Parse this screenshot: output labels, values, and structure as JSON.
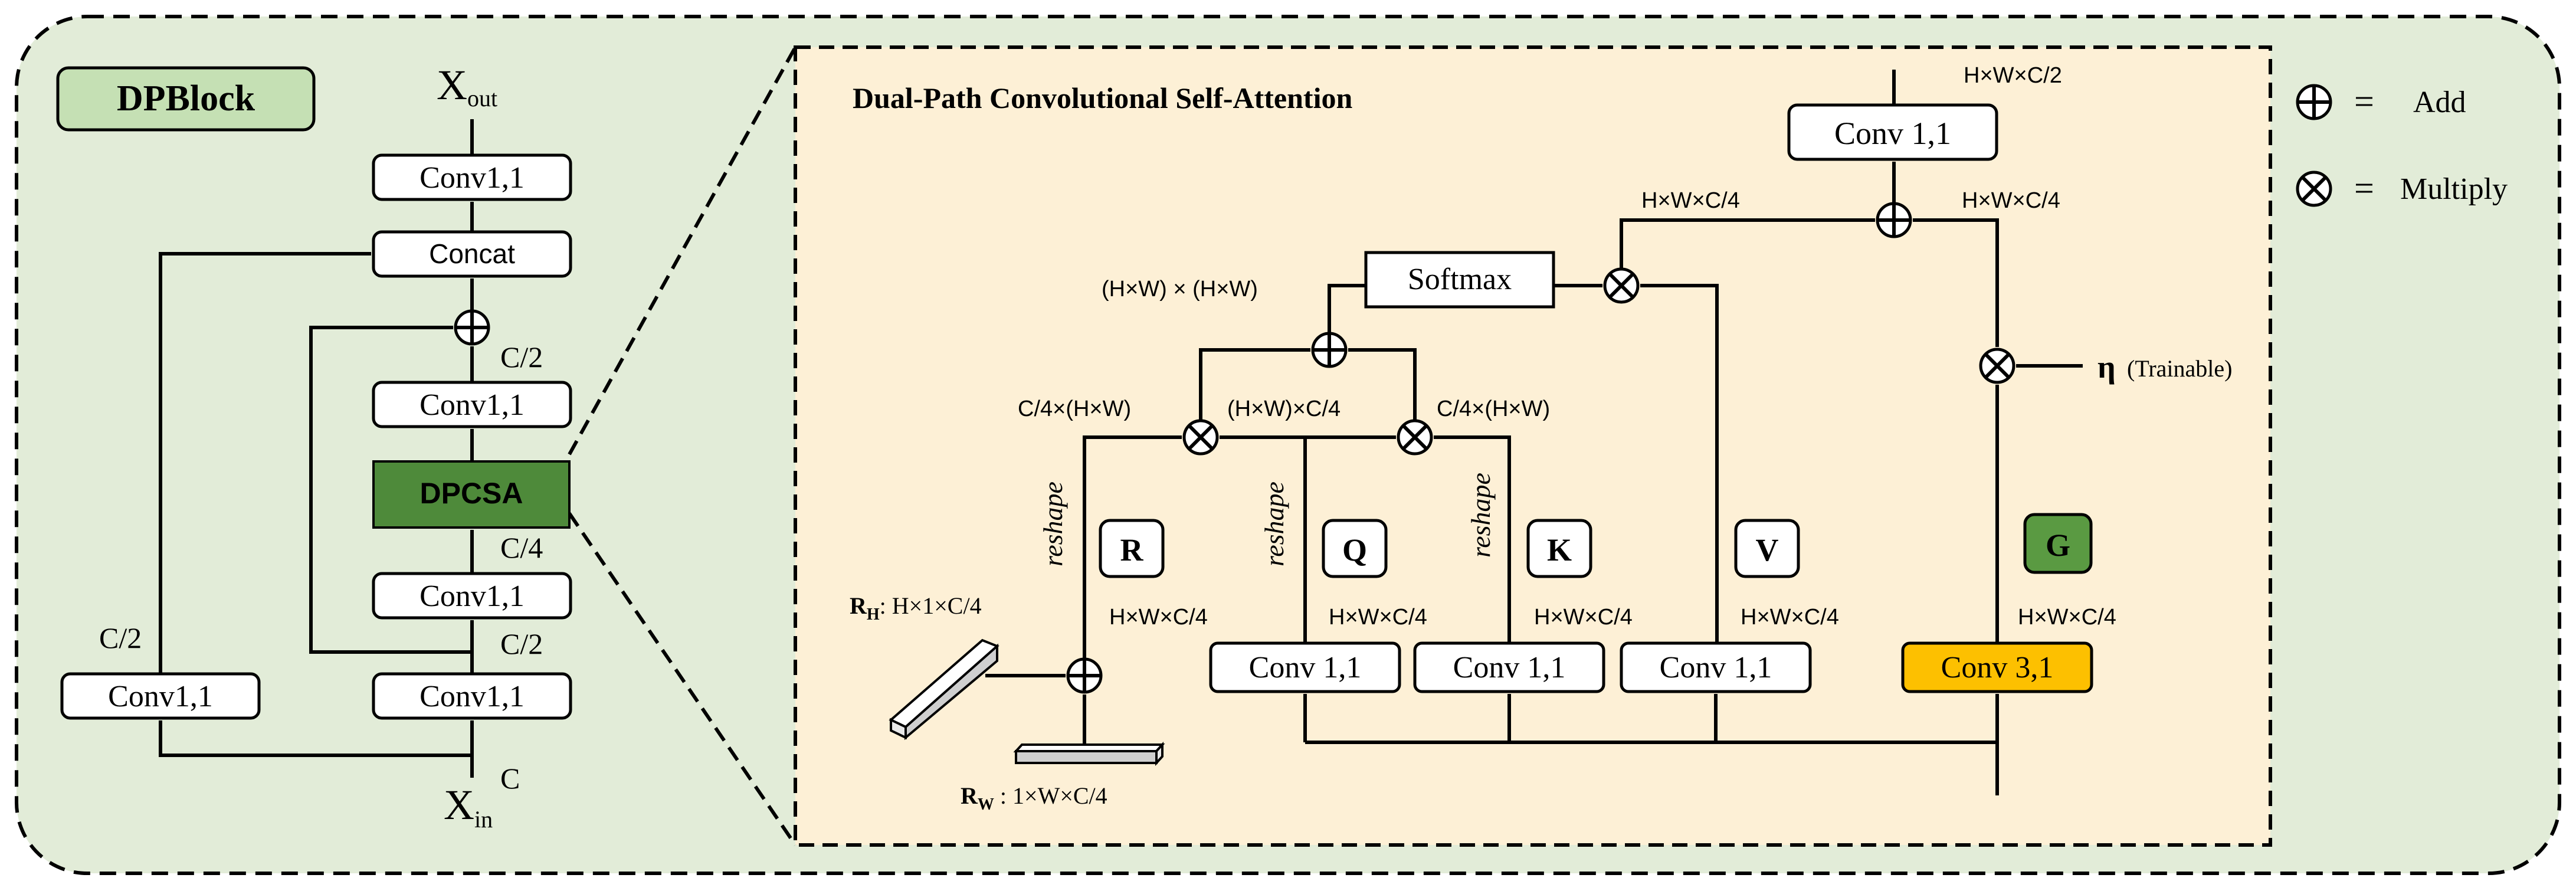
{
  "colors": {
    "panel_bg": "#e2ecd8",
    "inner_bg": "#fdf0d6",
    "title_box": "#c5e0b4",
    "dpcsa_fill": "#4e8a3a",
    "g_fill": "#5a9a42",
    "conv31_fill": "#fdc000"
  },
  "legend": {
    "add_symbol": "⊕",
    "add_eq": "=",
    "add_label": "Add",
    "mul_symbol": "⊗",
    "mul_eq": "=",
    "mul_label": "Multiply"
  },
  "left": {
    "title": "DPBlock",
    "x_out": "X",
    "x_out_sub": "out",
    "x_in": "X",
    "x_in_sub": "in",
    "c_label": "C",
    "conv_top": "Conv1,1",
    "concat": "Concat",
    "conv_mid": "Conv1,1",
    "dpcsa": "DPCSA",
    "conv_lower": "Conv1,1",
    "conv_bottom_right": "Conv1,1",
    "conv_bottom_left": "Conv1,1",
    "c2_top": "C/2",
    "c4": "C/4",
    "c2_mid": "C/2",
    "c2_left": "C/2"
  },
  "right": {
    "title": "Dual-Path Convolutional Self-Attention",
    "out_dim": "H×W×C/2",
    "conv_out": "Conv 1,1",
    "hwc4_left": "H×W×C/4",
    "hwc4_right": "H×W×C/4",
    "softmax": "Softmax",
    "hw_hw": "(H×W) × (H×W)",
    "c4hw_left": "C/4×(H×W)",
    "hwc4_mid": "(H×W)×C/4",
    "c4hw_right": "C/4×(H×W)",
    "eta": "η",
    "trainable": "(Trainable)",
    "reshape": "reshape",
    "r": "R",
    "q": "Q",
    "k": "K",
    "v": "V",
    "g": "G",
    "rh_main": "R",
    "rh_sub": "H",
    "rh_dim": ": H×1×C/4",
    "rw_main": "R",
    "rw_sub": "W",
    "rw_dim": " : 1×W×C/4",
    "dim_r": "H×W×C/4",
    "dim_q": "H×W×C/4",
    "dim_k": "H×W×C/4",
    "dim_v": "H×W×C/4",
    "dim_g": "H×W×C/4",
    "conv_q": "Conv 1,1",
    "conv_k": "Conv 1,1",
    "conv_v": "Conv 1,1",
    "conv_g": "Conv 3,1"
  }
}
